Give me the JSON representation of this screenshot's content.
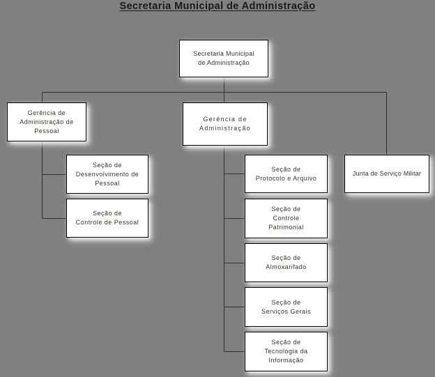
{
  "title": "Secretaria Municipal de Administração",
  "colors": {
    "background": "#808080",
    "box_fill": "#ffffff",
    "box_border": "#000000",
    "text": "#3a3228",
    "title_text": "#1a1a1a",
    "line": "#303030"
  },
  "chart_data": {
    "type": "diagram",
    "title": "Secretaria Municipal de Administração",
    "orientation": "top-down organizational chart",
    "nodes": [
      {
        "id": "root",
        "label": "Secretaria Municipal\nde Administração",
        "level": 1,
        "parent": null
      },
      {
        "id": "ger-pessoal",
        "label": "Gerência de\nAdministração de\nPessoal",
        "level": 2,
        "parent": "root"
      },
      {
        "id": "ger-adm",
        "label": "Gerência  de\nAdministração",
        "level": 2,
        "parent": "root"
      },
      {
        "id": "junta",
        "label": "Junta de Serviço Militar",
        "level": 2,
        "parent": "root"
      },
      {
        "id": "desenv",
        "label": "Seção de\nDesenvolvimento de\nPessoal",
        "level": 3,
        "parent": "ger-pessoal"
      },
      {
        "id": "controle-pessoal",
        "label": "Seção de\nControle de Pessoal",
        "level": 3,
        "parent": "ger-pessoal"
      },
      {
        "id": "protocolo",
        "label": "Seção de\nProtocolo e Arquivo",
        "level": 3,
        "parent": "ger-adm"
      },
      {
        "id": "patrim",
        "label": "Seção de\nControle\nPatrimonial",
        "level": 3,
        "parent": "ger-adm"
      },
      {
        "id": "almox",
        "label": "Seção de\nAlmoxarifado",
        "level": 3,
        "parent": "ger-adm"
      },
      {
        "id": "servicos",
        "label": "Seção de\nServiços Gerais",
        "level": 3,
        "parent": "ger-adm"
      },
      {
        "id": "tecno",
        "label": "Seção de\nTecnologia da\nInformação",
        "level": 3,
        "parent": "ger-adm"
      }
    ]
  },
  "nodes": {
    "root": "Secretaria Municipal\nde Administração",
    "ger_pessoal": "Gerência de\nAdministração de\nPessoal",
    "ger_adm": "Gerência  de\nAdministração",
    "junta": "Junta de Serviço Militar",
    "desenv": "Seção de\nDesenvolvimento de\nPessoal",
    "controle_pessoal": "Seção de\nControle de Pessoal",
    "protocolo": "Seção de\nProtocolo e Arquivo",
    "patrimonial": "Seção de\nControle\nPatrimonial",
    "almoxarifado": "Seção de\nAlmoxarifado",
    "servicos_gerais": "Seção de\nServiços Gerais",
    "tecnologia": "Seção de\nTecnologia da\nInformação"
  }
}
